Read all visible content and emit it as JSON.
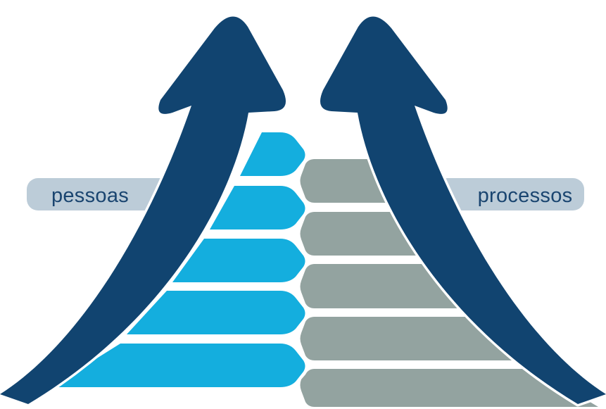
{
  "labels": {
    "left": "pessoas",
    "right": "processos"
  },
  "colors": {
    "arrow": "#114470",
    "people_steps": "#14aede",
    "process_steps": "#93a3a0",
    "tabs": "#bcccd8",
    "label_text": "#1a4570"
  },
  "steps": {
    "people_count": 5,
    "process_count": 5
  }
}
